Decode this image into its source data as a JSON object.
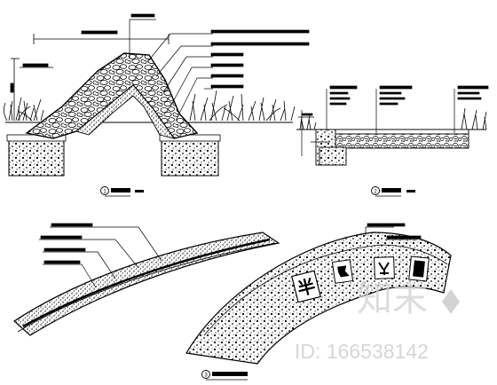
{
  "sheet": {
    "background": "#ffffff",
    "line_color": "#000000"
  },
  "views": [
    {
      "id": "arch-section",
      "caption": "",
      "scale": ""
    },
    {
      "id": "paving-section",
      "caption": "",
      "scale": ""
    },
    {
      "id": "entrance-arch-detail",
      "caption": ""
    }
  ],
  "plaques": [
    "半",
    "",
    "",
    ""
  ],
  "watermark": {
    "logo_text": "知末",
    "id_text": "ID: 166538142",
    "color": "#cfcfcf"
  }
}
